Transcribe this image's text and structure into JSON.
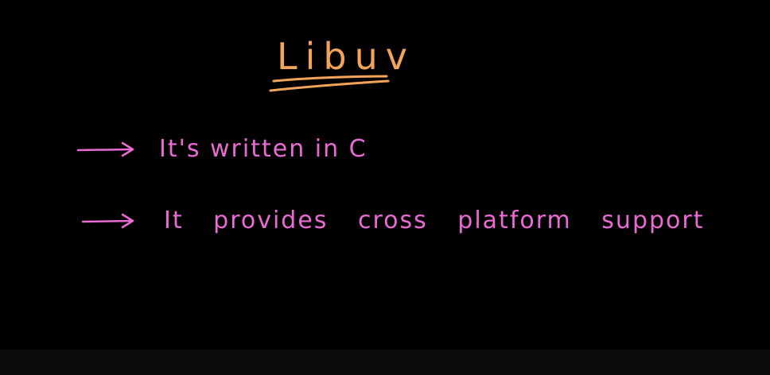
{
  "title": "Libuv",
  "bullets": [
    {
      "text": "It's written in C"
    },
    {
      "text": "It provides cross platform support"
    }
  ],
  "colors": {
    "background": "#000000",
    "title": "#f2a45a",
    "bullet": "#e96bd3"
  },
  "icons": {
    "arrow": "right-arrow-icon",
    "underline": "double-underline"
  }
}
